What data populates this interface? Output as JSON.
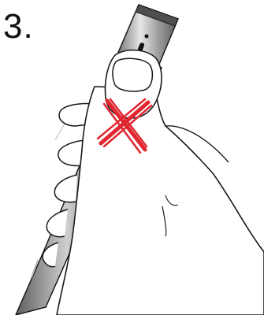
{
  "step": {
    "number": "3."
  },
  "illustration": {
    "subject": "hand-holding-pen-injector",
    "indicator": "red-cross-mark",
    "colors": {
      "outline": "#1a1a1a",
      "device_dark": "#6b6b6b",
      "device_light": "#d9d9d9",
      "cross": "#e0262f",
      "background": "#ffffff"
    }
  }
}
